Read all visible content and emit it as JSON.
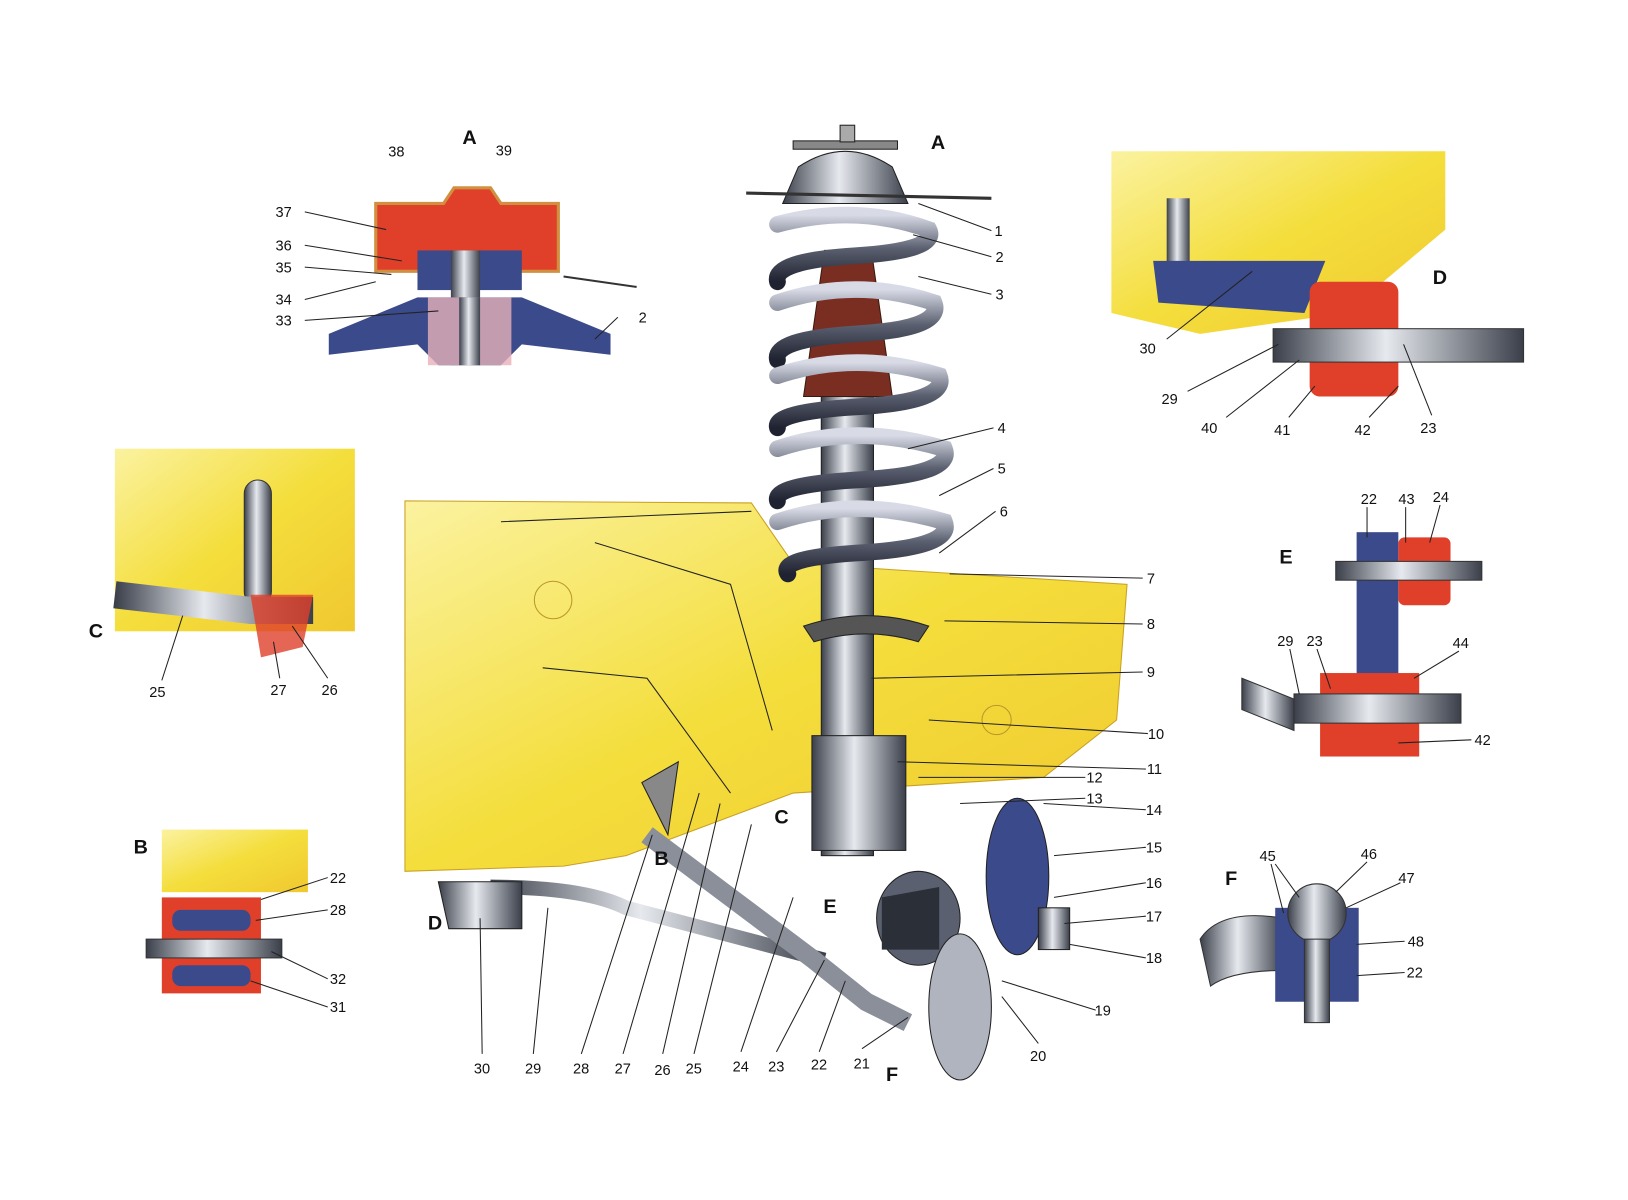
{
  "colors": {
    "body": "#f5e04a",
    "rubber": "#e0402a",
    "metal": "#3b4a8a",
    "steel": "#9aa0aa",
    "boot": "#7a2e22"
  },
  "main": {
    "view": "A",
    "labels": [
      "1",
      "2",
      "3",
      "4",
      "5",
      "6",
      "7",
      "8",
      "9",
      "10",
      "11",
      "12",
      "13",
      "14",
      "15",
      "16",
      "17",
      "18",
      "19",
      "20",
      "21",
      "22",
      "23",
      "24",
      "25",
      "26",
      "27",
      "28",
      "29",
      "30"
    ],
    "views": [
      "B",
      "C",
      "D",
      "E",
      "F"
    ]
  },
  "inset_a": {
    "title": "A",
    "labels": [
      "38",
      "39",
      "37",
      "36",
      "35",
      "34",
      "33",
      "2"
    ]
  },
  "inset_b": {
    "title": "B",
    "labels": [
      "22",
      "28",
      "32",
      "31"
    ]
  },
  "inset_c": {
    "title": "C",
    "labels": [
      "25",
      "27",
      "26"
    ]
  },
  "inset_d": {
    "title": "D",
    "labels": [
      "30",
      "29",
      "40",
      "41",
      "42",
      "23"
    ]
  },
  "inset_e": {
    "title": "E",
    "labels": [
      "22",
      "43",
      "24",
      "29",
      "23",
      "44",
      "42"
    ]
  },
  "inset_f": {
    "title": "F",
    "labels": [
      "45",
      "46",
      "47",
      "48",
      "22"
    ]
  }
}
